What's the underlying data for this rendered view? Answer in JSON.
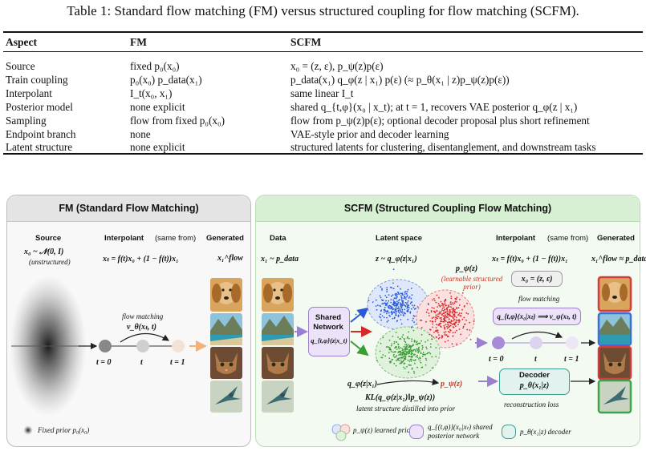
{
  "table": {
    "caption": "Table 1: Standard flow matching (FM) versus structured coupling for flow matching (SCFM).",
    "headers": [
      "Aspect",
      "FM",
      "SCFM"
    ],
    "rows": [
      [
        "Source",
        "fixed p₀(x₀)",
        "x₀ = (z, ε), p_ψ(z)p(ε)"
      ],
      [
        "Train coupling",
        "p₀(x₀) p_data(x₁)",
        "p_data(x₁) q_φ(z | x₁) p(ε) (≈ p_θ(x₁ | z)p_ψ(z)p(ε))"
      ],
      [
        "Interpolant",
        "I_t(x₀, x₁)",
        "same linear I_t"
      ],
      [
        "Posterior model",
        "none explicit",
        "shared q_{t,φ}(x₀ | x_t); at t = 1, recovers VAE posterior q_φ(z | x₁)"
      ],
      [
        "Sampling",
        "flow from fixed p₀(x₀)",
        "flow from p_ψ(z)p(ε); optional decoder proposal plus short refinement"
      ],
      [
        "Endpoint branch",
        "none",
        "VAE-style prior and decoder learning"
      ],
      [
        "Latent structure",
        "none explicit",
        "structured latents for clustering, disentanglement, and downstream tasks"
      ]
    ]
  },
  "fm_panel": {
    "title": "FM (Standard Flow Matching)",
    "source_label": "Source",
    "source_eq": "x₀ ~ 𝒩(0, I)",
    "source_note": "(unstructured)",
    "interp_label": "Interpolant",
    "interp_note": "(same from)",
    "interp_eq": "xₜ = f(t)x₀ + (1 − f(t))x₁",
    "generated_label": "Generated",
    "generated_eq": "x₁^flow",
    "flow_label": "flow matching",
    "flow_eq": "v_θ(xₜ, t)",
    "t0": "t = 0",
    "t": "t",
    "t1": "t = 1",
    "prior_legend": "Fixed prior p₀(x₀)"
  },
  "scfm_panel": {
    "title": "SCFM (Structured Coupling Flow Matching)",
    "data_label": "Data",
    "data_eq": "x₁ ~ p_data",
    "latent_label": "Latent space",
    "latent_eq": "z ~ q_φ(z|x₁)",
    "prior_eq": "p_ψ(z)",
    "prior_note": "(learnable structured prior)",
    "shared_network": "Shared Network",
    "shared_eq": "q_{t,φ}(z|x_t)",
    "posterior_eq": "q_φ(z|x₁)",
    "prior_eq2": "p_ψ(z)",
    "kl_eq": "KL(q_φ(z|x₁)‖p_ψ(z))",
    "kl_note": "latent structure distilled into prior",
    "interp_label": "Interpolant",
    "interp_note": "(same from)",
    "interp_eq": "xₜ = f(t)x₀ + (1 − f(t))x₁",
    "x0_def": "x₀ = (z, ε)",
    "flow_label": "flow matching",
    "flow_eq": "q_{t,φ}(x₀|xₜ) ⟹ v_φ(xₜ, t)",
    "t0": "t = 0",
    "t": "t",
    "t1": "t = 1",
    "decoder_label": "Decoder",
    "decoder_eq": "p_θ(x₁|z)",
    "recon_label": "reconstruction loss",
    "generated_label": "Generated",
    "generated_eq": "x₁^flow ≈ p_data",
    "legend": {
      "prior": "p_ψ(z) learned prior",
      "posterior": "q_{(t,φ)}(x₀|xₜ) shared posterior network",
      "decoder": "p_θ(x₁|z) decoder"
    }
  },
  "colors": {
    "cluster_blue": "#2a5bd7",
    "cluster_red": "#d62828",
    "cluster_green": "#3a9d35",
    "purple": "#9b7fd0",
    "teal": "#3f9b8f",
    "gen_red": "#d63a3a",
    "gen_blue": "#3a6fd6",
    "gen_green": "#3aa64a"
  }
}
